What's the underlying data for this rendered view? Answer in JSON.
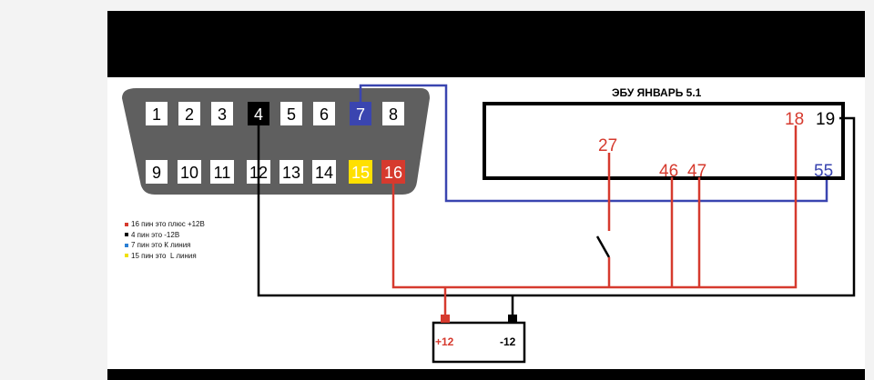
{
  "ecu": {
    "title": "ЭБУ ЯНВАРЬ 5.1",
    "pins": {
      "p18": "18",
      "p19": "19",
      "p27": "27",
      "p46": "46",
      "p47": "47",
      "p55": "55"
    }
  },
  "connector": {
    "top_pins": [
      "1",
      "2",
      "3",
      "4",
      "5",
      "6",
      "7",
      "8"
    ],
    "bottom_pins": [
      "9",
      "10",
      "11",
      "12",
      "13",
      "14",
      "15",
      "16"
    ]
  },
  "battery": {
    "plus_label": "+12",
    "minus_label": "-12"
  },
  "legend": [
    {
      "text": "16 пин это плюс +12В",
      "color": "#d63a2e"
    },
    {
      "text": "4 пин это -12В",
      "color": "#000000"
    },
    {
      "text": "7 пин это К линия",
      "color": "#2a7fd4"
    },
    {
      "text": "15 пин это  L линия",
      "color": "#f0e000"
    }
  ],
  "colors": {
    "red": "#d63a2e",
    "blue": "#3a45b0",
    "black": "#000000",
    "yellow": "#ffe000",
    "connector": "#5f5f5f"
  }
}
